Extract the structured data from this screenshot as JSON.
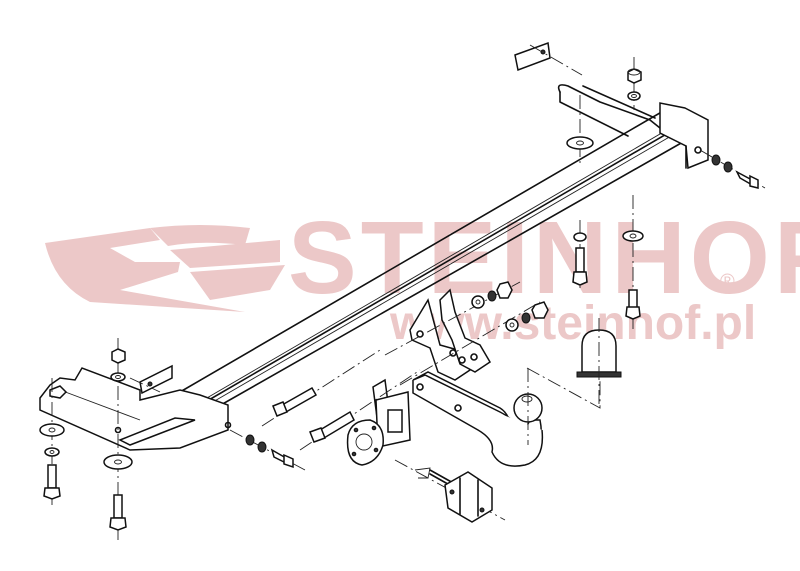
{
  "diagram": {
    "type": "exploded assembly drawing",
    "subject": "Tow bar (towing hitch) with detachable ball, mounting brackets, bolts, nuts, washers, socket plate and electrical socket",
    "watermark": {
      "brand": "STEINHOF",
      "registered_mark": "®",
      "url": "www.steinhof.pl",
      "color": "#ecc8c8"
    },
    "line_color": "#111111",
    "background": "#ffffff",
    "parts": [
      {
        "id": "main-crossbar",
        "label": "Main cross beam (square tube)"
      },
      {
        "id": "right-bracket",
        "label": "Right side mounting bracket"
      },
      {
        "id": "left-bracket",
        "label": "Left side mounting bracket"
      },
      {
        "id": "center-plates",
        "label": "Central ball-neck mounting plates"
      },
      {
        "id": "ball-neck",
        "label": "Tow ball neck with ball"
      },
      {
        "id": "ball-cap",
        "label": "Tow ball protective cap"
      },
      {
        "id": "socket-plate",
        "label": "Electrical socket mounting plate"
      },
      {
        "id": "electrical-socket",
        "label": "7-pin electrical socket with cable"
      },
      {
        "id": "spacer-plate-top",
        "label": "Flat spacer plate (top)"
      },
      {
        "id": "spacer-plate-left",
        "label": "Flat spacer plate (left)"
      },
      {
        "id": "bolts",
        "label": "Hex bolts"
      },
      {
        "id": "nuts",
        "label": "Hex nuts"
      },
      {
        "id": "washers",
        "label": "Flat and spring washers"
      }
    ]
  }
}
